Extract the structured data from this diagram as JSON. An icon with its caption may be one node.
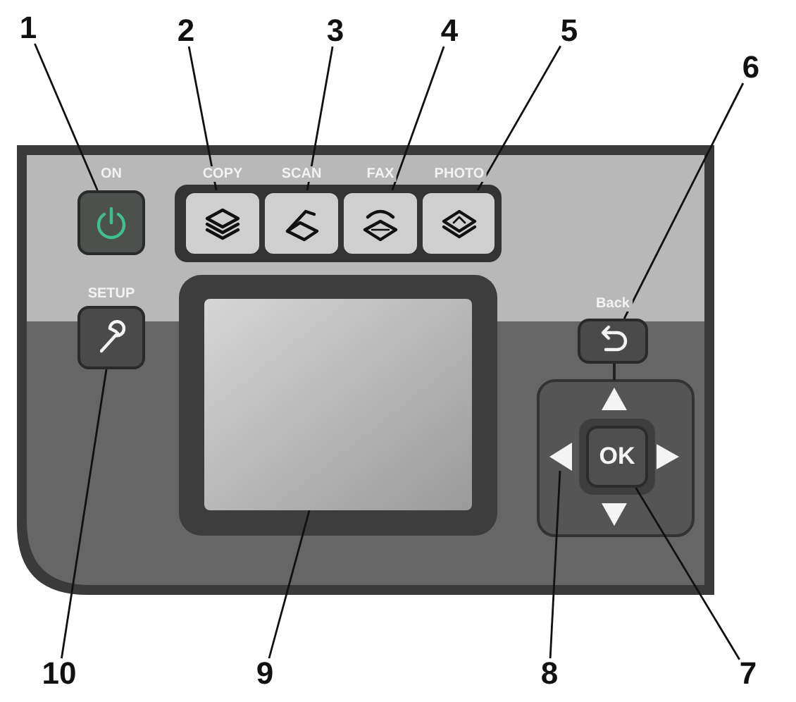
{
  "diagram": {
    "nodes": [
      {
        "text": [
          "1"
        ]
      },
      {
        "text": [
          "2"
        ]
      },
      {
        "text": [
          "3"
        ]
      },
      {
        "text": [
          "4"
        ]
      },
      {
        "text": [
          "5"
        ]
      },
      {
        "text": [
          "6"
        ]
      },
      {
        "text": [
          "7"
        ]
      },
      {
        "text": [
          "8"
        ]
      },
      {
        "text": [
          "9"
        ]
      },
      {
        "text": [
          "10"
        ]
      },
      {
        "text": [
          "ON"
        ]
      },
      {
        "text": [
          "COPY"
        ]
      },
      {
        "text": [
          "SCAN"
        ]
      },
      {
        "text": [
          "FAX"
        ]
      },
      {
        "text": [
          "PHOTO"
        ]
      },
      {
        "text": [
          "Back"
        ]
      },
      {
        "text": [
          "OK"
        ]
      },
      {
        "text": [],
        "shape": "triangle"
      },
      {
        "text": [],
        "shape": "box"
      },
      {
        "text": [
          "SETUP"
        ]
      },
      {
        "text": [],
        "shape": "triangle"
      },
      {
        "text": [],
        "shape": "triangle"
      },
      {
        "text": [],
        "shape": "triangle"
      }
    ],
    "edges": [
      {
        "from": 0,
        "to": 10,
        "arrow": "none"
      },
      {
        "from": 1,
        "to": 11,
        "arrow": "none"
      },
      {
        "from": 2,
        "to": 12,
        "arrow": "none"
      },
      {
        "from": 3,
        "to": 13,
        "arrow": "none"
      },
      {
        "from": 4,
        "to": 14,
        "arrow": "none"
      },
      {
        "from": 5,
        "to": 15,
        "arrow": "none"
      },
      {
        "from": 6,
        "to": 16,
        "arrow": "none"
      },
      {
        "from": 7,
        "to": 17,
        "arrow": "none"
      },
      {
        "from": 8,
        "to": 18,
        "arrow": "none"
      },
      {
        "from": 9,
        "to": 19,
        "arrow": "none"
      }
    ]
  }
}
